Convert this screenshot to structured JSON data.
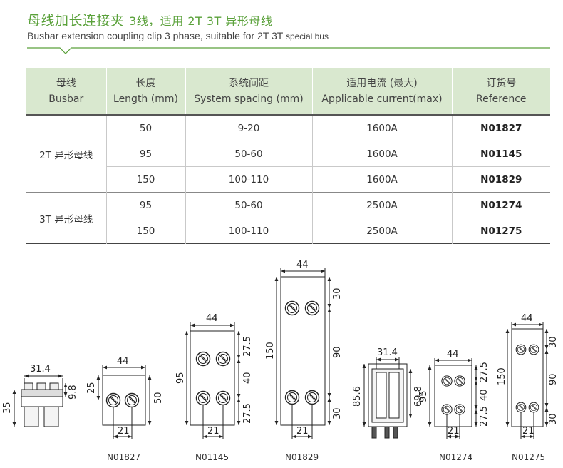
{
  "title": {
    "cn_main": "母线加长连接夹",
    "cn_sub": "3线，适用 2T 3T 异形母线",
    "en_main": "Busbar extension coupling clip 3 phase, suitable for 2T 3T",
    "en_sub": "special bus"
  },
  "table": {
    "headers": [
      {
        "cn": "母线",
        "en": "Busbar"
      },
      {
        "cn": "长度",
        "en": "Length (mm)"
      },
      {
        "cn": "系统间距",
        "en": "System spacing (mm)"
      },
      {
        "cn": "适用电流 (最大)",
        "en": "Applicable current(max)"
      },
      {
        "cn": "订货号",
        "en": "Reference"
      }
    ],
    "groups": [
      {
        "busbar": "2T 异形母线",
        "rows": [
          {
            "length": "50",
            "spacing": "9-20",
            "current": "1600A",
            "ref": "N01827"
          },
          {
            "length": "95",
            "spacing": "50-60",
            "current": "1600A",
            "ref": "N01145"
          },
          {
            "length": "150",
            "spacing": "100-110",
            "current": "1600A",
            "ref": "N01829"
          }
        ]
      },
      {
        "busbar": "3T 异形母线",
        "rows": [
          {
            "length": "95",
            "spacing": "50-60",
            "current": "2500A",
            "ref": "N01274"
          },
          {
            "length": "150",
            "spacing": "100-110",
            "current": "2500A",
            "ref": "N01275"
          }
        ]
      }
    ]
  },
  "drawings": {
    "d1": {
      "w": "31.4",
      "h": "35",
      "hr": "9.8",
      "label": ""
    },
    "d2": {
      "w": "44",
      "h": "50",
      "hl": "25",
      "bot": "21",
      "label": "N01827"
    },
    "d3": {
      "w": "44",
      "h": "95",
      "s1": "27.5",
      "s2": "40",
      "s3": "27.5",
      "bot": "21",
      "label": "N01145"
    },
    "d4": {
      "w": "44",
      "h": "150",
      "s1": "30",
      "s2": "90",
      "s3": "30",
      "bot": "21",
      "label": "N01829"
    },
    "d5": {
      "w": "31.4",
      "h": "85.6",
      "hr": "69.8",
      "label": ""
    },
    "d6": {
      "w": "44",
      "h": "95",
      "s1": "27.5",
      "s2": "40",
      "s3": "27.5",
      "bot": "21",
      "label": "N01274"
    },
    "d7": {
      "w": "44",
      "h": "150",
      "s1": "30",
      "s2": "90",
      "s3": "30",
      "bot": "21",
      "label": "N01275"
    }
  },
  "colors": {
    "accent": "#5aa13a",
    "header_bg": "#d9e8cf"
  }
}
